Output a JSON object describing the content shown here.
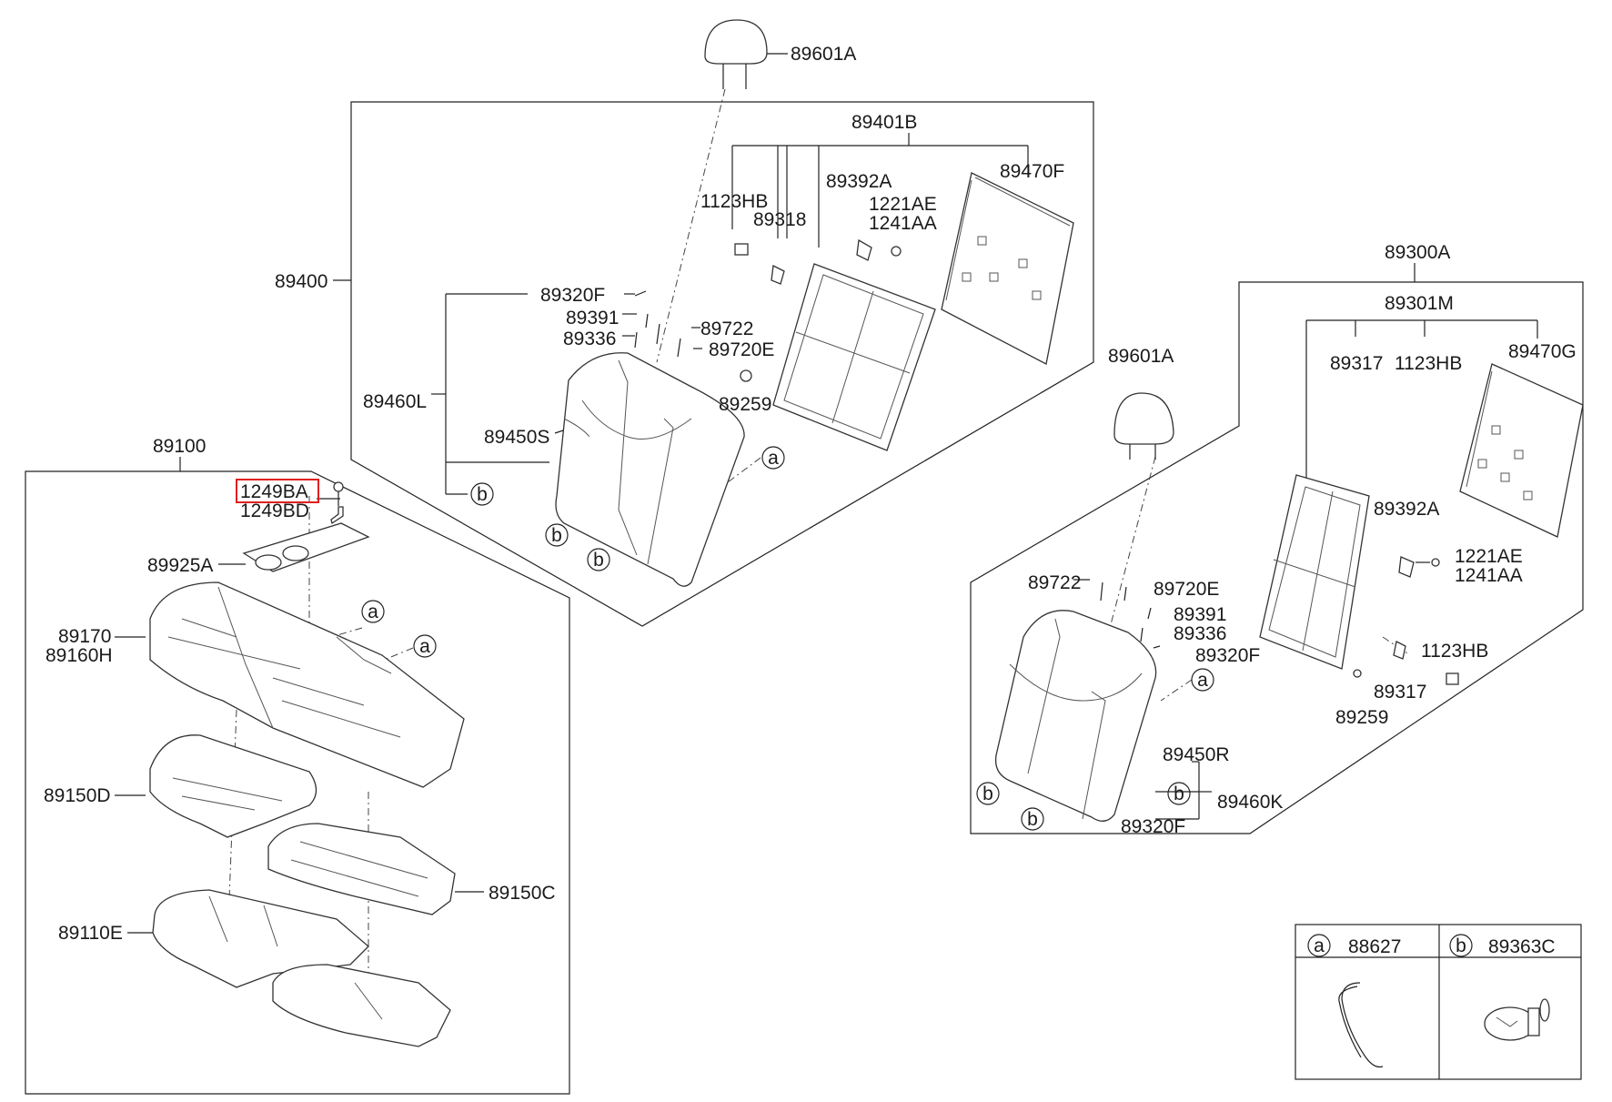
{
  "labels": {
    "p89601A_top": "89601A",
    "p89401B": "89401B",
    "p89470F": "89470F",
    "p1123HB_a": "1123HB",
    "p89392A_a": "89392A",
    "p89318": "89318",
    "p1221AE_a": "1221AE",
    "p1241AA_a": "1241AA",
    "p89400": "89400",
    "p89320F_a": "89320F",
    "p89391_a": "89391",
    "p89722_a": "89722",
    "p89336_a": "89336",
    "p89720E_a": "89720E",
    "p89460L": "89460L",
    "p89259_a": "89259",
    "p89450S": "89450S",
    "p89100": "89100",
    "p1249BA": "1249BA",
    "p1249BD": "1249BD",
    "p89925A": "89925A",
    "p89170": "89170",
    "p89160H": "89160H",
    "p89150D": "89150D",
    "p89150C": "89150C",
    "p89110E": "89110E",
    "p89300A": "89300A",
    "p89301M": "89301M",
    "p89317_a": "89317",
    "p1123HB_b": "1123HB",
    "p89470G": "89470G",
    "p89601A_b": "89601A",
    "p89392A_b": "89392A",
    "p1221AE_b": "1221AE",
    "p1241AA_b": "1241AA",
    "p89722_b": "89722",
    "p89720E_b": "89720E",
    "p89391_b": "89391",
    "p89336_b": "89336",
    "p89320F_b": "89320F",
    "p1123HB_c": "1123HB",
    "p89317_b": "89317",
    "p89259_b": "89259",
    "p89450R": "89450R",
    "p89460K": "89460K",
    "p89320F_c": "89320F"
  },
  "callout_letters": {
    "a": "a",
    "b": "b"
  },
  "legend": {
    "a_code": "88627",
    "b_code": "89363C"
  },
  "highlight_color": "#e02020"
}
